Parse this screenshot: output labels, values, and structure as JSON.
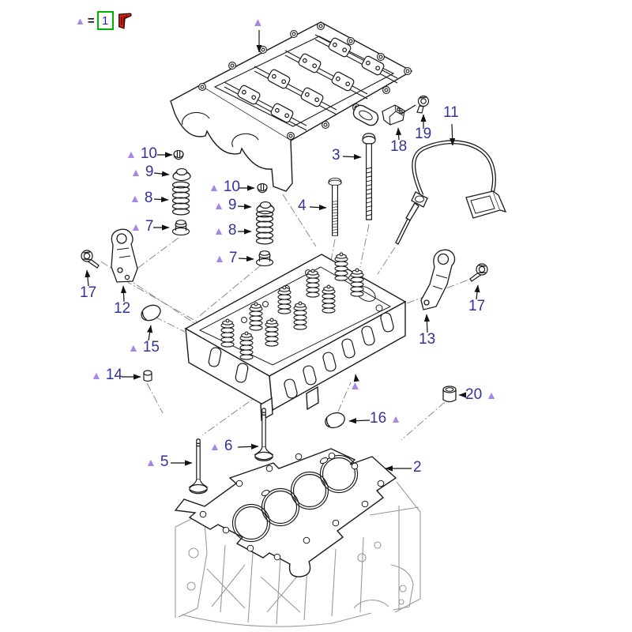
{
  "legend": {
    "triangle": "▲",
    "equals": "=",
    "number": "1"
  },
  "symbols": {
    "triangle": "▲"
  },
  "colors": {
    "callout_text": "#333399",
    "triangle": "#a886e8",
    "legend_border": "#00b400",
    "legend_number": "#2222cc",
    "note_icon_red": "#cf2a20",
    "line_art": "#1c1c1c",
    "ghost_lines": "#9a9a9a"
  },
  "callouts": {
    "c10a": {
      "number": "10"
    },
    "c9a": {
      "number": "9"
    },
    "c8a": {
      "number": "8"
    },
    "c7a": {
      "number": "7"
    },
    "c10b": {
      "number": "10"
    },
    "c9b": {
      "number": "9"
    },
    "c8b": {
      "number": "8"
    },
    "c7b": {
      "number": "7"
    },
    "c3": {
      "number": "3"
    },
    "c4": {
      "number": "4"
    },
    "c18": {
      "number": "18"
    },
    "c19": {
      "number": "19"
    },
    "c11": {
      "number": "11"
    },
    "c17l": {
      "number": "17"
    },
    "c12": {
      "number": "12"
    },
    "c15": {
      "number": "15"
    },
    "c14": {
      "number": "14"
    },
    "c5": {
      "number": "5"
    },
    "c6": {
      "number": "6"
    },
    "c16": {
      "number": "16"
    },
    "c20": {
      "number": "20"
    },
    "c2": {
      "number": "2"
    },
    "c13": {
      "number": "13"
    },
    "c17r": {
      "number": "17"
    }
  }
}
